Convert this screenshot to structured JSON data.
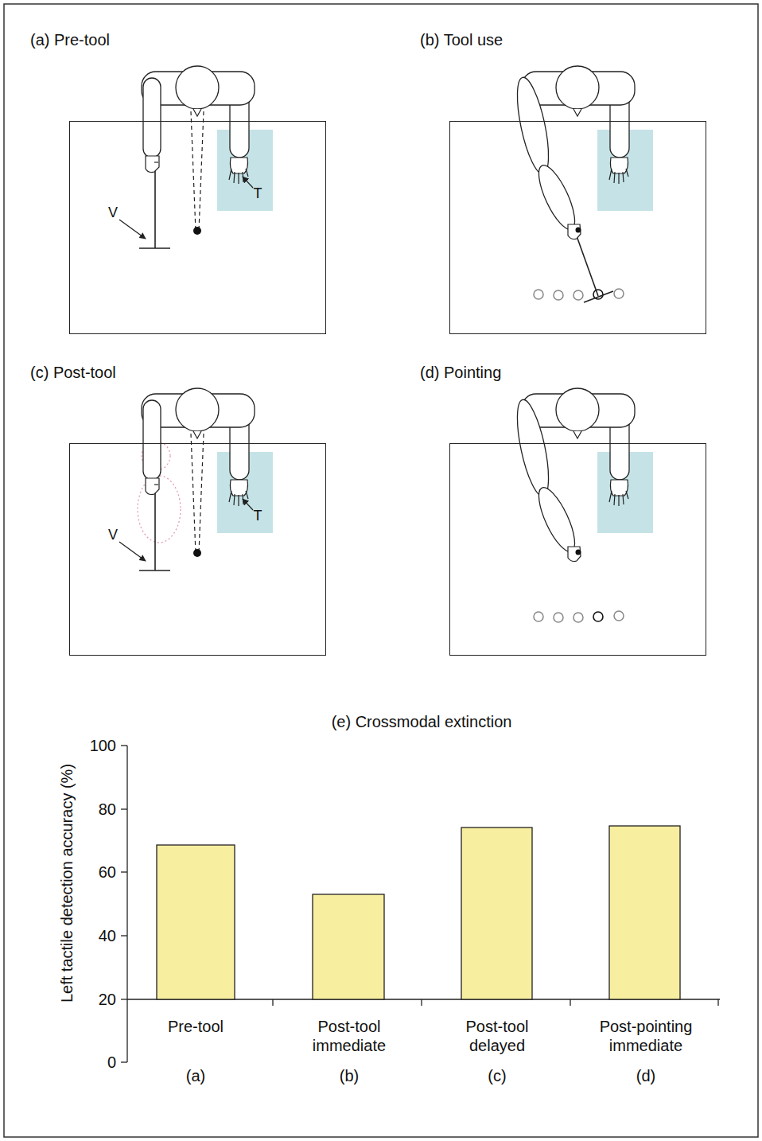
{
  "diagram": {
    "nodes": [
      {
        "text": [
          "(a) Pre-tool"
        ]
      },
      {
        "text": [
          "(b) Tool use"
        ]
      },
      {
        "text": [
          "(c) Post-tool"
        ]
      },
      {
        "text": [
          "(d) Pointing"
        ]
      }
    ],
    "labels": [
      "V",
      "T",
      "V",
      "T",
      "(e) Crossmodal extinction",
      "Left tactile detection accuracy (%)",
      "100",
      "80",
      "60",
      "40",
      "20",
      "0",
      "Pre-tool",
      "Post-tool immediate",
      "Post-tool delayed",
      "Post-pointing immediate",
      "(a)",
      "(b)",
      "(c)",
      "(d)"
    ]
  }
}
